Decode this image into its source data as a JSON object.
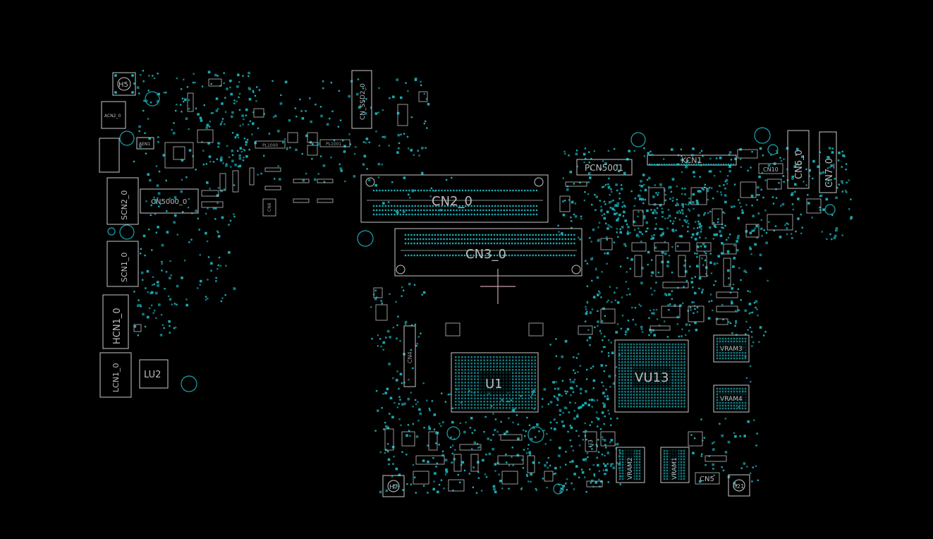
{
  "colors": {
    "background": "#000000",
    "outline": "#c8c8c8",
    "pad": "#1aa8b0",
    "crosshair": "#c8a0a8"
  },
  "components": {
    "h5": "H5",
    "acn2": "ACN2_0",
    "aen1": "AEN1",
    "scn2": "SCN2_0",
    "cn5000": "CN5000_0",
    "scn1": "SCN1_0",
    "hcn1": "HCN1_0",
    "lcn1": "LCN1_0",
    "lu2": "LU2",
    "cn_ssd2": "CN_SSD2_0",
    "pl1000": "PL1000",
    "pl1001": "PL1001",
    "cn8": "CN8",
    "cn2": "CN2_0",
    "cn3": "CN3_0",
    "pcn5001": "PCN5001",
    "kcn1": "KCN1",
    "cn10": "CN10",
    "cn6": "CN6_0",
    "cn7": "CN7_0",
    "cn4": "CN4",
    "u1": "U1",
    "vu13": "VU13",
    "vram3": "VRAM3",
    "vram4": "VRAM4",
    "vram2": "VRAM2",
    "vram1": "VRAM1",
    "u3": "U3",
    "cn5": "CN5",
    "h7": "H7",
    "h21": "H21"
  }
}
